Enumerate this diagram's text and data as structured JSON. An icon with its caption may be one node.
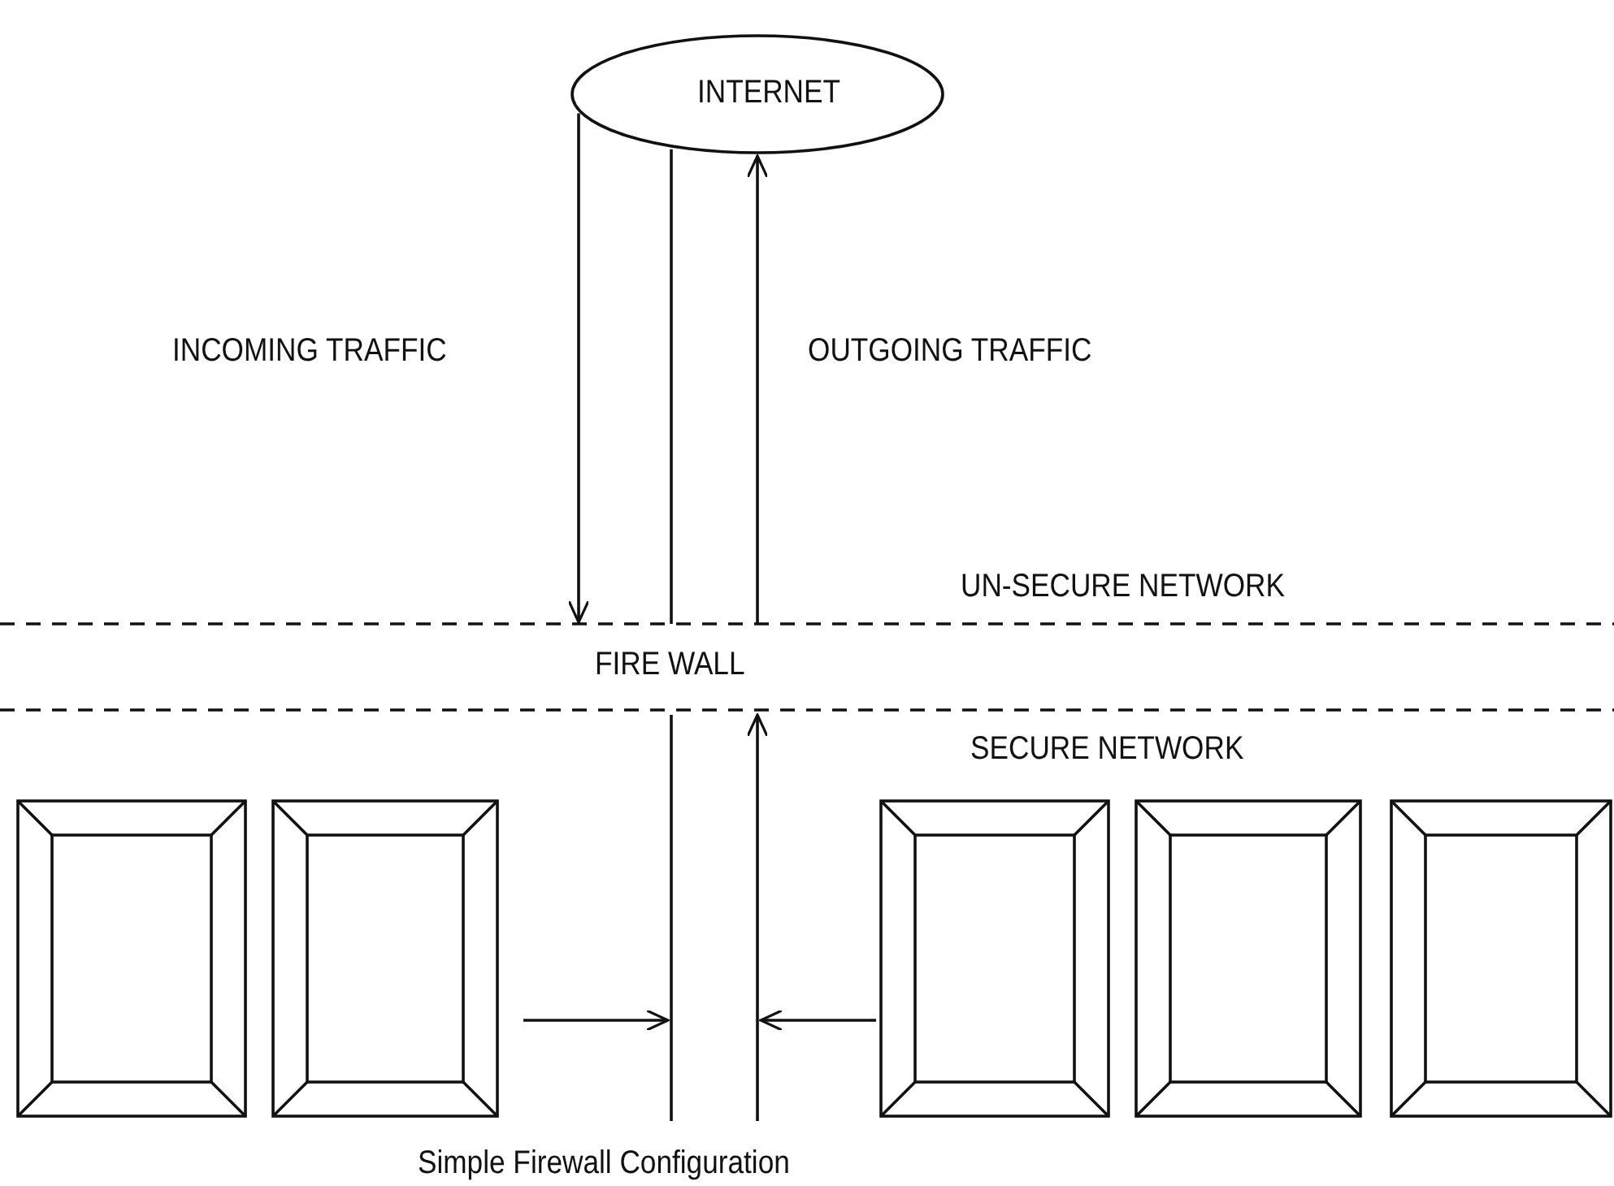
{
  "diagram": {
    "caption": "Simple Firewall Configuration",
    "nodes": [
      {
        "text": [
          "INTERNET"
        ]
      },
      {
        "text": [],
        "shape": "box"
      },
      {
        "text": [],
        "shape": "box"
      },
      {
        "text": [],
        "shape": "box"
      },
      {
        "text": [],
        "shape": "box"
      },
      {
        "text": [],
        "shape": "box"
      }
    ],
    "edges": [
      {
        "from": 0,
        "to": null,
        "arrow": "to",
        "label": "INCOMING TRAFFIC"
      },
      {
        "from": 0,
        "to": null,
        "arrow": "none"
      },
      {
        "from": null,
        "to": 0,
        "arrow": "to",
        "label": "OUTGOING TRAFFIC"
      },
      {
        "from": 2,
        "to": null,
        "arrow": "to"
      },
      {
        "from": 3,
        "to": null,
        "arrow": "to"
      }
    ],
    "labels": [
      "UN-SECURE NETWORK",
      "FIRE WALL",
      "SECURE NETWORK"
    ]
  }
}
